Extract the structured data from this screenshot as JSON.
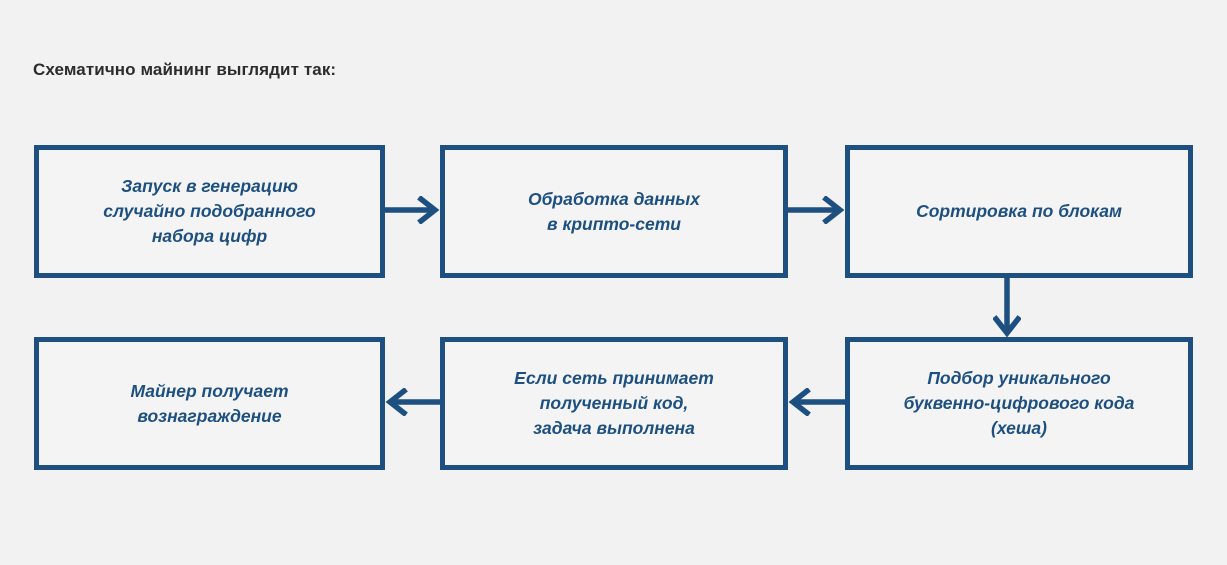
{
  "page": {
    "background_color": "#f2f2f2",
    "title": "Схематично майнинг выглядит так:",
    "title_color": "#2c2c2e"
  },
  "theme": {
    "accent_color": "#1d5080",
    "box_fill_color": "#f4f4f4",
    "text_color": "#1d5080"
  },
  "diagram": {
    "type": "flowchart",
    "direction": "serpentine-left-to-right-then-right-to-left",
    "nodes": [
      {
        "id": "step-1",
        "order": 1,
        "label": "Запуск в генерацию\nслучайно подобранного\nнабора цифр"
      },
      {
        "id": "step-2",
        "order": 2,
        "label": "Обработка данных\nв крипто-сети"
      },
      {
        "id": "step-3",
        "order": 3,
        "label": "Сортировка по блокам"
      },
      {
        "id": "step-4",
        "order": 4,
        "label": "Подбор уникального\nбуквенно-цифрового кода\n(хеша)"
      },
      {
        "id": "step-5",
        "order": 5,
        "label": "Если сеть принимает\nполученный код,\nзадача выполнена"
      },
      {
        "id": "step-6",
        "order": 6,
        "label": "Майнер получает\nвознаграждение"
      }
    ],
    "edges": [
      {
        "id": "edge-1",
        "from": "step-1",
        "to": "step-2",
        "direction": "right"
      },
      {
        "id": "edge-2",
        "from": "step-2",
        "to": "step-3",
        "direction": "right"
      },
      {
        "id": "edge-3",
        "from": "step-3",
        "to": "step-4",
        "direction": "down"
      },
      {
        "id": "edge-4",
        "from": "step-4",
        "to": "step-5",
        "direction": "left"
      },
      {
        "id": "edge-5",
        "from": "step-5",
        "to": "step-6",
        "direction": "left"
      }
    ]
  }
}
